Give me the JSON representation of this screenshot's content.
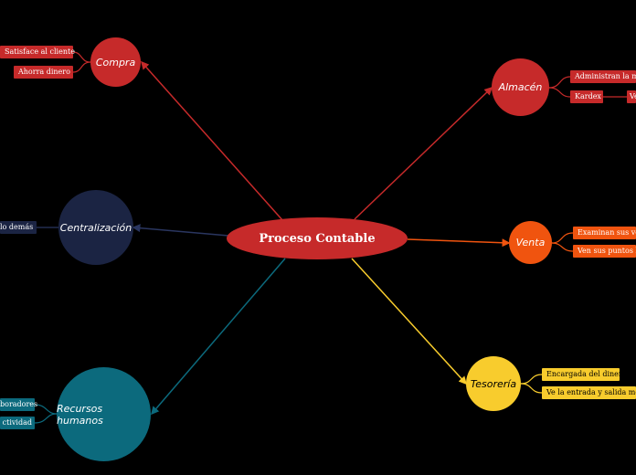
{
  "center": {
    "label": "Proceso Contable",
    "color": "#c62a2a"
  },
  "branches": {
    "compra": {
      "label": "Compra",
      "color": "#c62a2a",
      "leaves": [
        "Satisface al cliente",
        "Ahorra dinero"
      ]
    },
    "almacen": {
      "label": "Almacén",
      "color": "#c62a2a",
      "leaves": [
        "Administran la me",
        "Kardex",
        "Ve"
      ]
    },
    "venta": {
      "label": "Venta",
      "color": "#f0540f",
      "leaves": [
        "Examinan sus ver",
        "Ven sus puntos lo"
      ]
    },
    "tesoreria": {
      "label": "Tesorería",
      "color": "#f8cc2d",
      "leaves": [
        "Encargada del dinero",
        "Ve la entrada y salida mone"
      ]
    },
    "recursos": {
      "label": "Recursos humanos",
      "color": "#0c6a7d",
      "leaves": [
        "boradores",
        "ctividad"
      ]
    },
    "centralizacion": {
      "label": "Centralización",
      "color": "#1b2443",
      "leaves": [
        "lo demás"
      ]
    }
  }
}
